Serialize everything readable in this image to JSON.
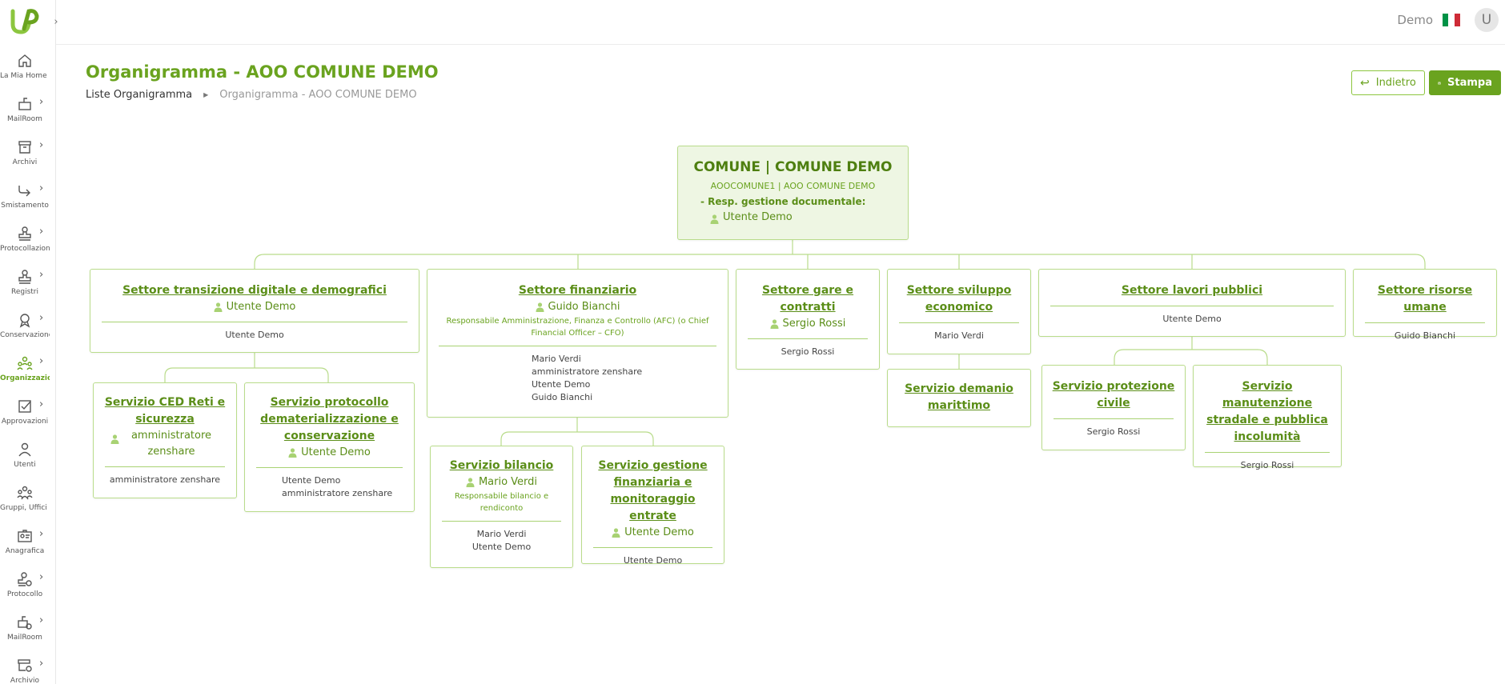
{
  "header": {
    "user_name": "Demo",
    "avatar_initial": "U",
    "flag_colors": [
      "#009246",
      "#ffffff",
      "#ce2b37"
    ]
  },
  "sidebar": {
    "items": [
      {
        "label": "La Mia Home ...",
        "icon": "home-icon"
      },
      {
        "label": "MailRoom",
        "icon": "mailbox-icon"
      },
      {
        "label": "Archivi",
        "icon": "archive-icon"
      },
      {
        "label": "Smistamento",
        "icon": "forward-icon"
      },
      {
        "label": "Protocollazioni",
        "icon": "stamp-icon"
      },
      {
        "label": "Registri",
        "icon": "stamp-icon"
      },
      {
        "label": "Conservazione",
        "icon": "award-icon"
      },
      {
        "label": "Organizzazione",
        "icon": "people-icon"
      },
      {
        "label": "Approvazioni",
        "icon": "check-square-icon"
      },
      {
        "label": "Utenti",
        "icon": "user-icon"
      },
      {
        "label": "Gruppi, Uffici ...",
        "icon": "group-icon"
      },
      {
        "label": "Anagrafica",
        "icon": "id-card-icon"
      },
      {
        "label": "Protocollo",
        "icon": "stamp-gear-icon"
      },
      {
        "label": "MailRoom",
        "icon": "mailbox-gear-icon"
      },
      {
        "label": "Archivio",
        "icon": "archive-gear-icon"
      }
    ]
  },
  "page": {
    "title": "Organigramma - AOO COMUNE DEMO",
    "breadcrumb": [
      "Liste Organigramma",
      "Organigramma - AOO COMUNE DEMO"
    ],
    "back_label": "Indietro",
    "print_label": "Stampa"
  },
  "colors": {
    "accent": "#6aa31f",
    "node_border": "#b9dc8b",
    "root_bg": "#eef6e3"
  },
  "org": {
    "root": {
      "title": "COMUNE | COMUNE DEMO",
      "subtitle": "AOOCOMUNE1 | AOO COMUNE DEMO",
      "resp_label": "- Resp. gestione documentale:",
      "resp_user": "Utente Demo"
    },
    "n1": {
      "title": "Settore transizione digitale e demografici",
      "resp": "Utente Demo",
      "members": [
        "Utente Demo"
      ]
    },
    "n2": {
      "title": "Settore finanziario",
      "resp": "Guido Bianchi",
      "role": "Responsabile Amministrazione, Finanza e Controllo (AFC) (o Chief Financial Officer – CFO)",
      "members": [
        "Mario Verdi",
        "amministratore zenshare",
        "Utente Demo",
        "Guido Bianchi"
      ]
    },
    "n3": {
      "title": "Settore gare e contratti",
      "resp": "Sergio Rossi",
      "members": [
        "Sergio Rossi"
      ]
    },
    "n4": {
      "title": "Settore sviluppo economico",
      "members": [
        "Mario Verdi"
      ]
    },
    "n5": {
      "title": "Settore lavori pubblici",
      "members": [
        "Utente Demo"
      ]
    },
    "n6": {
      "title": "Settore risorse umane",
      "members": [
        "Guido Bianchi"
      ]
    },
    "n1a": {
      "title": "Servizio CED Reti e sicurezza",
      "resp": "amministratore zenshare",
      "members": [
        "amministratore zenshare"
      ]
    },
    "n1b": {
      "title": "Servizio protocollo dematerializzazione e conservazione",
      "resp": "Utente Demo",
      "members": [
        "Utente Demo",
        "amministratore zenshare"
      ]
    },
    "n2a": {
      "title": "Servizio bilancio",
      "resp": "Mario Verdi",
      "role": "Responsabile bilancio e rendiconto",
      "members": [
        "Mario Verdi",
        "Utente Demo"
      ]
    },
    "n2b": {
      "title": "Servizio gestione finanziaria e monitoraggio entrate",
      "resp": "Utente Demo",
      "members": [
        "Utente Demo"
      ]
    },
    "n4a": {
      "title": "Servizio demanio marittimo"
    },
    "n5a": {
      "title": "Servizio protezione civile",
      "members": [
        "Sergio Rossi"
      ]
    },
    "n5b": {
      "title": "Servizio manutenzione stradale e pubblica incolumità",
      "members": [
        "Sergio Rossi"
      ]
    }
  }
}
